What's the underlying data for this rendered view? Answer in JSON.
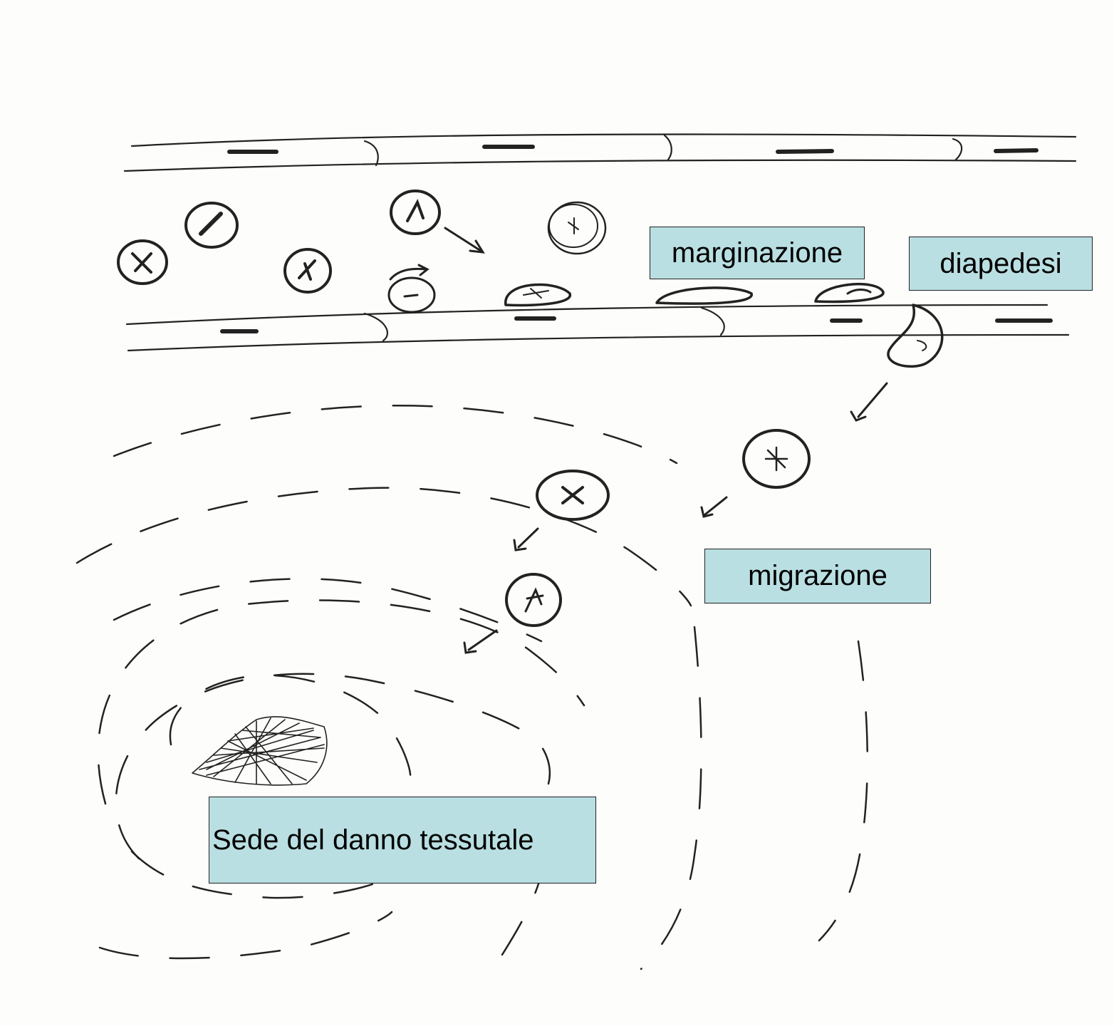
{
  "labels": {
    "margination": "marginazione",
    "diapedesis": "diapedesi",
    "migration": "migrazione",
    "injury_site": "Sede del danno tessutale"
  },
  "colors": {
    "label_fill": "#b9dfe2",
    "ink": "#222222",
    "paper": "#fdfdfb"
  }
}
